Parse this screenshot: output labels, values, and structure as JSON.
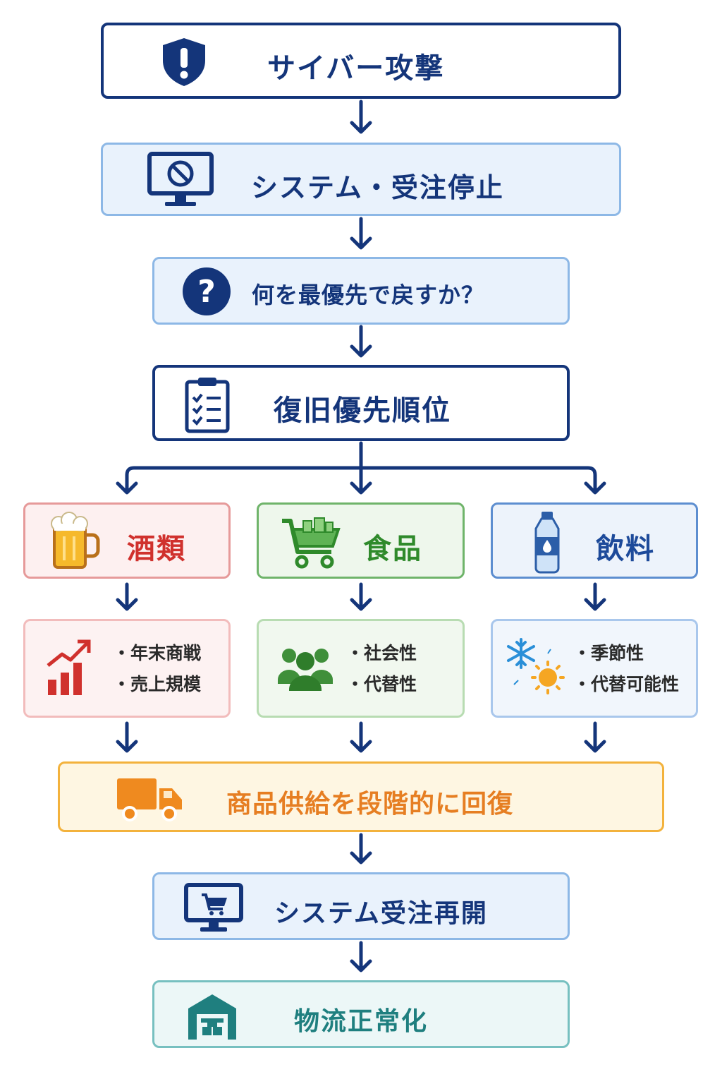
{
  "flow": {
    "attack": "サイバー攻撃",
    "stop": "システム・受注停止",
    "question": "何を最優先で戻すか？",
    "priority": "復旧優先順位",
    "supply": "商品供給を段階的に回復",
    "restart": "システム受注再開",
    "normal": "物流正常化"
  },
  "categories": [
    {
      "title": "酒類",
      "points": [
        "年末商戦",
        "売上規模"
      ],
      "color": "#d0312d",
      "icon": "beer-mug-icon",
      "detail_icon": "growth-chart-icon"
    },
    {
      "title": "食品",
      "points": [
        "社会性",
        "代替性"
      ],
      "color": "#2f8a2b",
      "icon": "shopping-cart-icon",
      "detail_icon": "people-icon"
    },
    {
      "title": "飲料",
      "points": [
        "季節性",
        "代替可能性"
      ],
      "color": "#1d4a9a",
      "icon": "water-bottle-icon",
      "detail_icon": "snowflake-sun-icon"
    }
  ],
  "icons": {
    "attack": "shield-alert-icon",
    "stop": "monitor-blocked-icon",
    "question": "question-icon",
    "priority": "checklist-icon",
    "supply": "truck-icon",
    "restart": "monitor-cart-icon",
    "normal": "warehouse-icon"
  },
  "colors": {
    "navy": "#14357a",
    "orange": "#e67e22",
    "teal": "#1f7f7f"
  }
}
